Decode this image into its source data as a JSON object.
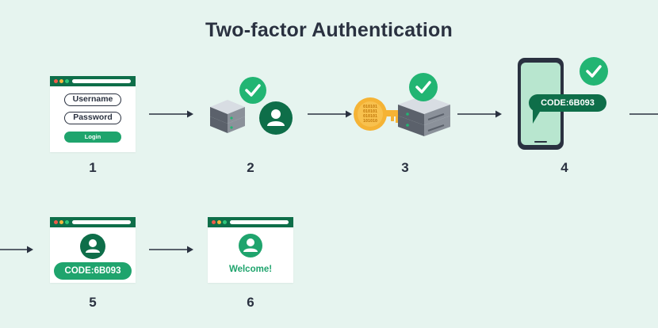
{
  "title": "Two-factor Authentication",
  "colors": {
    "background": "#e6f4ef",
    "dark_green": "#0e6e49",
    "green": "#1fa46d",
    "check_green": "#22b573",
    "dark_text": "#2a3140",
    "key_gold": "#f5b335"
  },
  "steps": [
    {
      "number": "1",
      "username_label": "Username",
      "password_label": "Password",
      "login_label": "Login"
    },
    {
      "number": "2"
    },
    {
      "number": "3",
      "key_binary": [
        "010101",
        "010101",
        "010101",
        "101010"
      ]
    },
    {
      "number": "4",
      "code_text": "CODE:6B093"
    },
    {
      "number": "5",
      "code_text": "CODE:6B093"
    },
    {
      "number": "6",
      "welcome_text": "Welcome!"
    }
  ]
}
